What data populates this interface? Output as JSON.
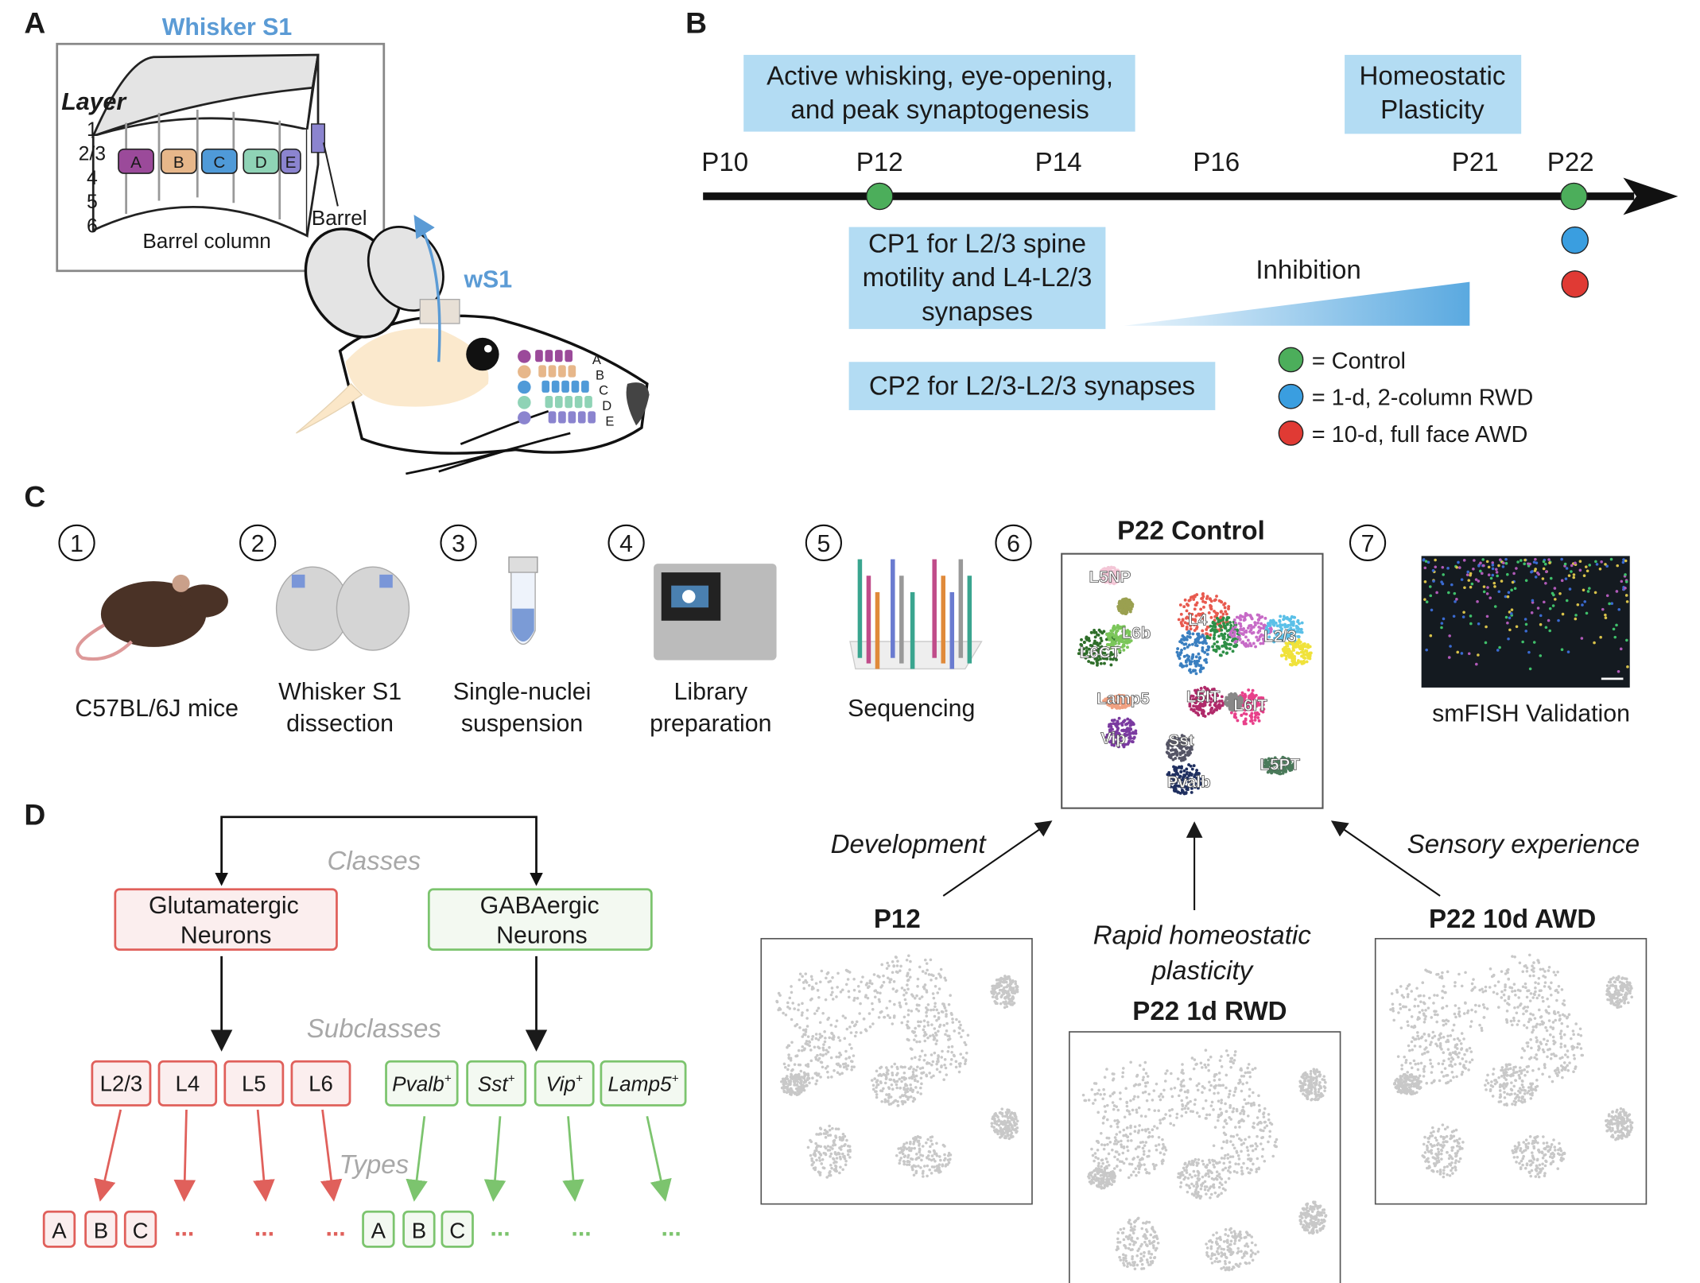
{
  "panel_a": {
    "label": "A",
    "title": "Whisker S1",
    "layer_heading": "Layer",
    "layers": [
      "1",
      "2/3",
      "4",
      "5",
      "6"
    ],
    "barrels": [
      "A",
      "B",
      "C",
      "D",
      "E"
    ],
    "barrel_column_label": "Barrel column",
    "barrel_label": "Barrel",
    "ws1_label": "wS1",
    "whisker_rows": [
      "A",
      "B",
      "C",
      "D",
      "E"
    ],
    "colors": {
      "A": "#9b4a9a",
      "B": "#e7b78a",
      "C": "#4f9ad8",
      "D": "#8fd3b6",
      "E": "#8b84cf",
      "accent": "#5b9bd5"
    }
  },
  "panel_b": {
    "label": "B",
    "box_early": [
      "Active whisking, eye-opening,",
      "and peak synaptogenesis"
    ],
    "box_homeostatic": [
      "Homeostatic",
      "Plasticity"
    ],
    "timeline": [
      "P10",
      "P12",
      "P14",
      "P16",
      "P21",
      "P22"
    ],
    "cp1": [
      "CP1 for L2/3 spine",
      "motility and L4-L2/3",
      "synapses"
    ],
    "cp2": "CP2 for L2/3-L2/3 synapses",
    "inhibition": "Inhibition",
    "legend": [
      {
        "label": "= Control",
        "color": "#4cae5b"
      },
      {
        "label": "= 1-d, 2-column RWD",
        "color": "#3a9ee0"
      },
      {
        "label": "= 10-d, full face AWD",
        "color": "#e03a34"
      }
    ],
    "box_color": "#b3dcf3"
  },
  "panel_c": {
    "label": "C",
    "steps": [
      {
        "num": "1",
        "label": [
          "C57BL/6J mice"
        ]
      },
      {
        "num": "2",
        "label": [
          "Whisker S1",
          "dissection"
        ]
      },
      {
        "num": "3",
        "label": [
          "Single-nuclei",
          "suspension"
        ]
      },
      {
        "num": "4",
        "label": [
          "Library",
          "preparation"
        ]
      },
      {
        "num": "5",
        "label": [
          "Sequencing"
        ]
      },
      {
        "num": "6",
        "label": [
          "P22 Control"
        ]
      },
      {
        "num": "7",
        "label": [
          "smFISH Validation"
        ]
      }
    ],
    "clusters": [
      "L5NP",
      "L6b",
      "L6CT",
      "L4",
      "L2/3",
      "Lamp5",
      "L5IT",
      "L6IT",
      "Vip",
      "Sst",
      "Pvalb",
      "L5PT"
    ],
    "development": "Development",
    "sensory": "Sensory experience",
    "rapid": [
      "Rapid homeostatic",
      "plasticity"
    ],
    "umaps": [
      "P12",
      "P22 1d RWD",
      "P22 10d AWD"
    ]
  },
  "panel_d": {
    "label": "D",
    "classes_label": "Classes",
    "subclasses_label": "Subclasses",
    "types_label": "Types",
    "glut": [
      "Glutamatergic",
      "Neurons"
    ],
    "gaba": [
      "GABAergic",
      "Neurons"
    ],
    "glut_subclasses": [
      "L2/3",
      "L4",
      "L5",
      "L6"
    ],
    "gaba_subclasses": [
      "Pvalb",
      "Sst",
      "Vip",
      "Lamp5"
    ],
    "sup": "+",
    "types": [
      "A",
      "B",
      "C"
    ],
    "ellipsis": "...",
    "colors": {
      "glut": "#e0605b",
      "glut_fill": "#fbeeee",
      "gaba": "#7cc46e",
      "gaba_fill": "#f3f9f1"
    }
  }
}
